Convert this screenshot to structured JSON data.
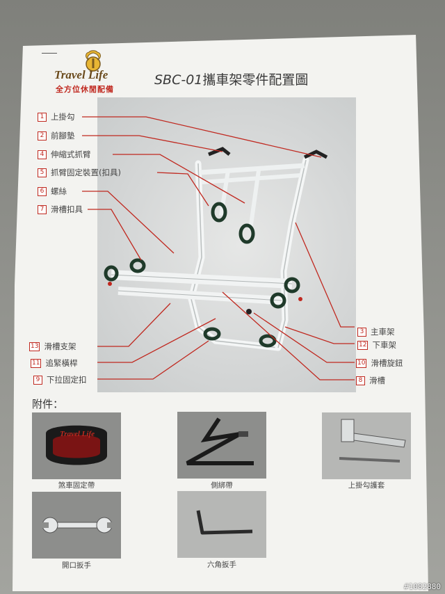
{
  "header": {
    "brand": "Travel Life",
    "brand_sub": "全方位休閒配備",
    "title_code": "SBC-01",
    "title_text": "攜車架零件配置圖"
  },
  "parts_left": [
    {
      "num": "1",
      "label": "上掛勾"
    },
    {
      "num": "2",
      "label": "前腳墊"
    },
    {
      "num": "4",
      "label": "伸縮式抓臂"
    },
    {
      "num": "5",
      "label": "抓臂固定裝置(扣具)"
    },
    {
      "num": "6",
      "label": "螺絲"
    },
    {
      "num": "7",
      "label": "滑槽扣具"
    },
    {
      "num": "13",
      "label": "滑槽支架"
    },
    {
      "num": "11",
      "label": "追緊橫桿"
    },
    {
      "num": "9",
      "label": "下拉固定扣"
    }
  ],
  "parts_right": [
    {
      "num": "3",
      "label": "主車架"
    },
    {
      "num": "12",
      "label": "下車架"
    },
    {
      "num": "10",
      "label": "滑槽旋鈕"
    },
    {
      "num": "8",
      "label": "滑槽"
    }
  ],
  "accessories": {
    "heading": "附件：",
    "items": [
      {
        "caption": "煞車固定帶",
        "strap_text": "Travel Life"
      },
      {
        "caption": "側綁帶"
      },
      {
        "caption": "上掛勾護套"
      },
      {
        "caption": "開口扳手"
      },
      {
        "caption": "六角扳手"
      }
    ]
  },
  "watermark": "#1082880",
  "colors": {
    "accent_red": "#c0281f",
    "frame_silver": "#e9ecec",
    "grip_green": "#1f3a2a"
  }
}
